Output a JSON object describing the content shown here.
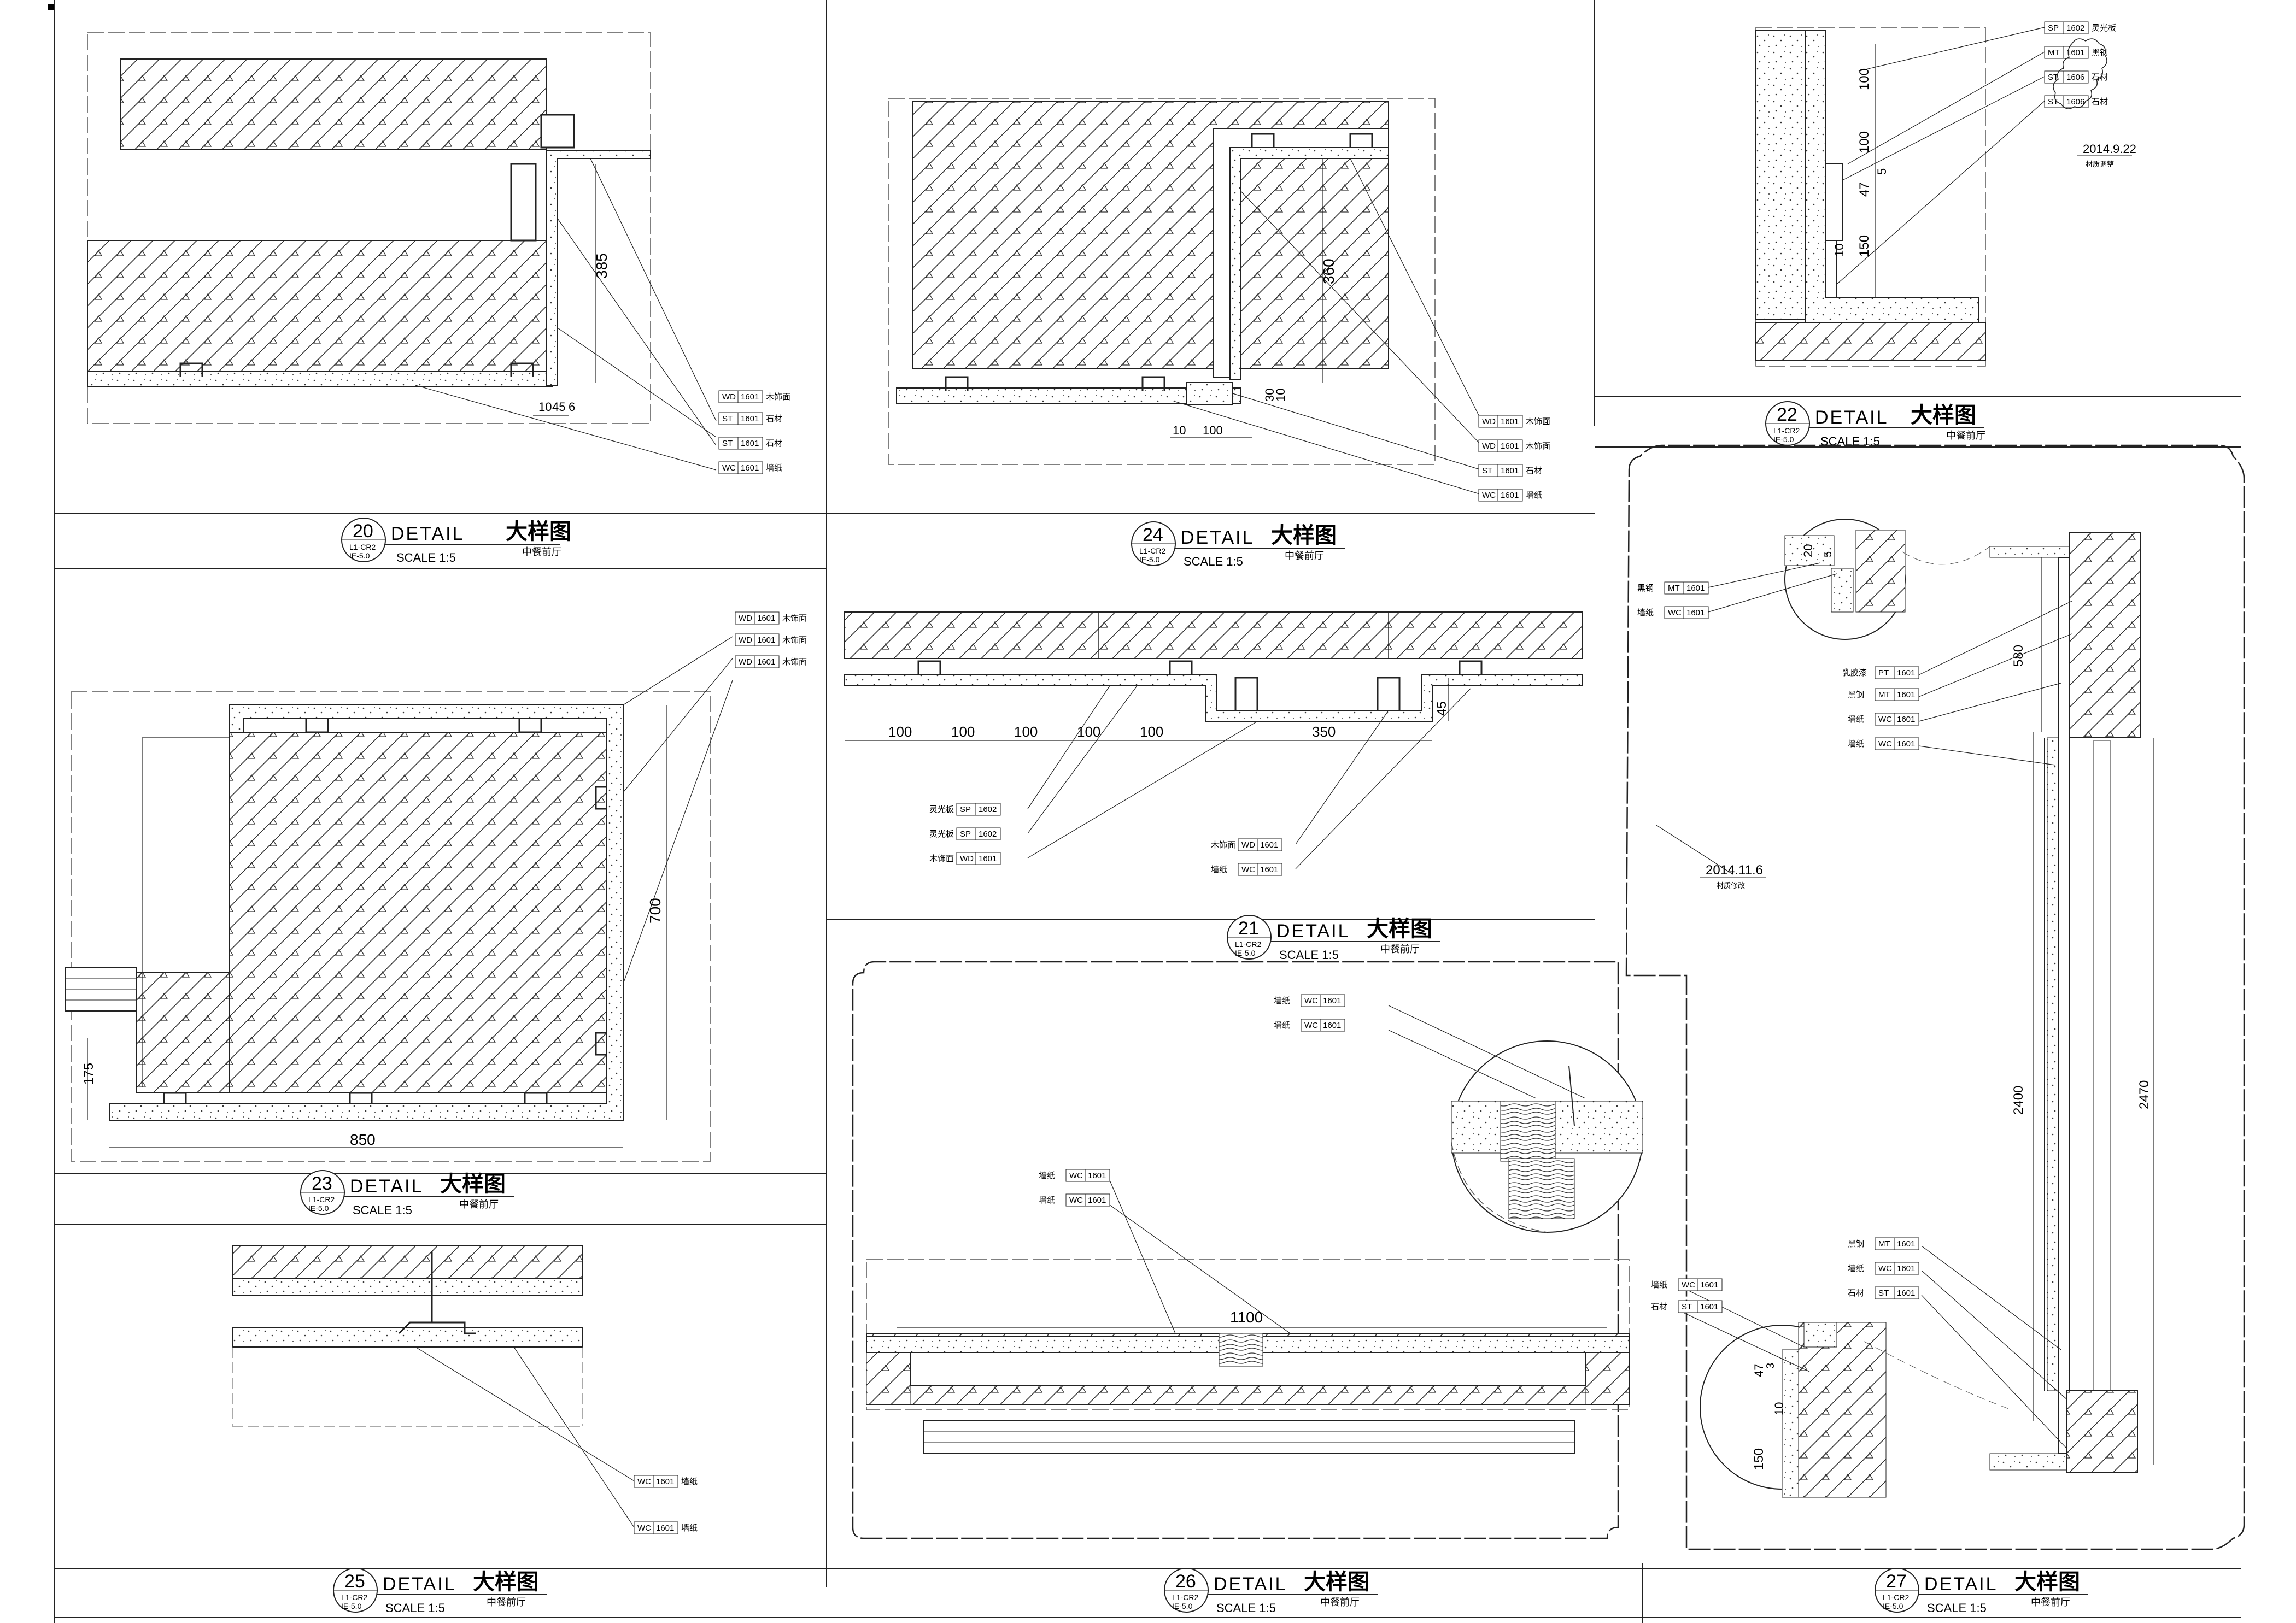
{
  "drawing": {
    "title_common": "DETAIL",
    "title_cn": "大样图",
    "scale_text": "SCALE  1:5",
    "location": "中餐前厅",
    "code_top": "L1-CR2",
    "code_bottom": "IE-5.0",
    "code_bottom_alt": "IE-5.0"
  },
  "details": [
    {
      "num": "20",
      "code_top": "L1-CR2",
      "code_bottom": "IE-5.0",
      "title": "DETAIL",
      "cn": "大样图",
      "scale": "SCALE  1:5",
      "location": "中餐前厅",
      "dims": [
        "385",
        "10",
        "45",
        "6"
      ],
      "tags": [
        {
          "code": "WD",
          "num": "1601",
          "label": "木饰面"
        },
        {
          "code": "ST",
          "num": "1601",
          "label": "石材"
        },
        {
          "code": "ST",
          "num": "1601",
          "label": "石材"
        },
        {
          "code": "WC",
          "num": "1601",
          "label": "墙纸"
        }
      ]
    },
    {
      "num": "24",
      "code_top": "L1-CR2",
      "code_bottom": "IE-5.0",
      "title": "DETAIL",
      "cn": "大样图",
      "scale": "SCALE  1:5",
      "location": "中餐前厅",
      "dims": [
        "360",
        "30",
        "10",
        "10",
        "100"
      ],
      "tags": [
        {
          "code": "WD",
          "num": "1601",
          "label": "木饰面"
        },
        {
          "code": "WD",
          "num": "1601",
          "label": "木饰面"
        },
        {
          "code": "ST",
          "num": "1601",
          "label": "石材"
        },
        {
          "code": "WC",
          "num": "1601",
          "label": "墙纸"
        }
      ]
    },
    {
      "num": "22",
      "code_top": "L1-CR2",
      "code_bottom": "IE-5.0",
      "title": "DETAIL",
      "cn": "大样图",
      "scale": "SCALE  1:5",
      "location": "中餐前厅",
      "dims": [
        "100",
        "100",
        "47",
        "5",
        "150",
        "10"
      ],
      "revision": {
        "date": "2014.9.22",
        "note": "材质调整"
      },
      "tags": [
        {
          "code": "SP",
          "num": "1602",
          "label": "灵光板"
        },
        {
          "code": "MT",
          "num": "1601",
          "label": "黑钢"
        },
        {
          "code": "ST",
          "num": "1606",
          "label": "石材"
        },
        {
          "code": "ST",
          "num": "1606",
          "label": "石材"
        }
      ]
    },
    {
      "num": "23",
      "code_top": "L1-CR2",
      "code_bottom": "IE-5.0",
      "title": "DETAIL",
      "cn": "大样图",
      "scale": "SCALE  1:5",
      "location": "中餐前厅",
      "dims": [
        "700",
        "850",
        "175"
      ],
      "tags": [
        {
          "code": "WD",
          "num": "1601",
          "label": "木饰面"
        },
        {
          "code": "WD",
          "num": "1601",
          "label": "木饰面"
        },
        {
          "code": "WD",
          "num": "1601",
          "label": "木饰面"
        }
      ]
    },
    {
      "num": "21",
      "code_top": "L1-CR2",
      "code_bottom": "IE-5.0",
      "title": "DETAIL",
      "cn": "大样图",
      "scale": "SCALE  1:5",
      "location": "中餐前厅",
      "dims": [
        "100",
        "100",
        "100",
        "100",
        "100",
        "350",
        "45"
      ],
      "tags_left": [
        {
          "code": "SP",
          "num": "1602",
          "label": "灵光板"
        },
        {
          "code": "SP",
          "num": "1602",
          "label": "灵光板"
        },
        {
          "code": "WD",
          "num": "1601",
          "label": "木饰面"
        }
      ],
      "tags_right": [
        {
          "code": "WD",
          "num": "1601",
          "label": "木饰面"
        },
        {
          "code": "WC",
          "num": "1601",
          "label": "墙纸"
        }
      ]
    },
    {
      "num": "25",
      "code_top": "L1-CR2",
      "code_bottom": "IE-5.0",
      "title": "DETAIL",
      "cn": "大样图",
      "scale": "SCALE  1:5",
      "location": "中餐前厅",
      "tags": [
        {
          "code": "WC",
          "num": "1601",
          "label": "墙纸"
        },
        {
          "code": "WC",
          "num": "1601",
          "label": "墙纸"
        }
      ]
    },
    {
      "num": "26",
      "code_top": "L1-CR2",
      "code_bottom": "IE-5.0",
      "title": "DETAIL",
      "cn": "大样图",
      "scale": "SCALE  1:5",
      "location": "中餐前厅",
      "dims": [
        "1100"
      ],
      "tags_top": [
        {
          "code": "WC",
          "num": "1601",
          "label": "墙纸"
        },
        {
          "code": "WC",
          "num": "1601",
          "label": "墙纸"
        }
      ],
      "tags_mid": [
        {
          "code": "WC",
          "num": "1601",
          "label": "墙纸"
        },
        {
          "code": "WC",
          "num": "1601",
          "label": "墙纸"
        }
      ]
    },
    {
      "num": "27",
      "code_top": "L1-CR2",
      "code_bottom": "IE-5.0",
      "title": "DETAIL",
      "cn": "大样图",
      "scale": "SCALE  1:5",
      "location": "中餐前厅",
      "dims": [
        "20",
        "5",
        "580",
        "2400",
        "2470",
        "47",
        "3",
        "10",
        "150"
      ],
      "revision": {
        "date": "2014.11.6",
        "note": "材质修改"
      },
      "tags_a": [
        {
          "code": "MT",
          "num": "1601",
          "label": "黑钢"
        },
        {
          "code": "WC",
          "num": "1601",
          "label": "墙纸"
        }
      ],
      "tags_b": [
        {
          "code": "PT",
          "num": "1601",
          "label": "乳胶漆"
        },
        {
          "code": "MT",
          "num": "1601",
          "label": "黑钢"
        },
        {
          "code": "WC",
          "num": "1601",
          "label": "墙纸"
        },
        {
          "code": "WC",
          "num": "1601",
          "label": "墙纸"
        }
      ],
      "tags_c": [
        {
          "code": "MT",
          "num": "1601",
          "label": "黑钢"
        },
        {
          "code": "WC",
          "num": "1601",
          "label": "墙纸"
        },
        {
          "code": "ST",
          "num": "1601",
          "label": "石材"
        }
      ],
      "tags_d": [
        {
          "code": "WC",
          "num": "1601",
          "label": "墙纸"
        },
        {
          "code": "ST",
          "num": "1601",
          "label": "石材"
        }
      ]
    }
  ]
}
